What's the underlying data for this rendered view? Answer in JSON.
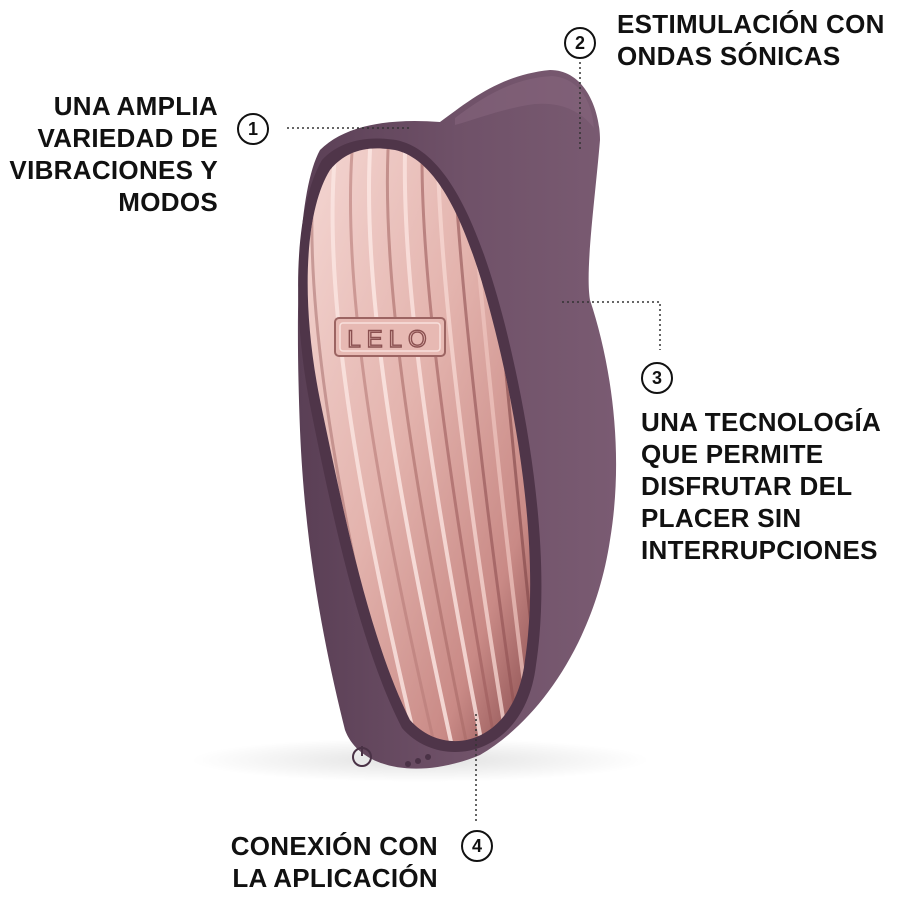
{
  "brand": {
    "logo_text": "LELO"
  },
  "colors": {
    "body": "#6f5168",
    "body_dark": "#5a3f55",
    "body_light": "#86667d",
    "face_light": "#f4d6d2",
    "face_mid": "#d9a29e",
    "face_dark": "#8a4e50",
    "text": "#111111",
    "leader_line": "#333333"
  },
  "features": [
    {
      "number": "1",
      "lines": [
        "UNA AMPLIA",
        "VARIEDAD DE",
        "VIBRACIONES Y",
        "MODOS"
      ]
    },
    {
      "number": "2",
      "lines": [
        "ESTIMULACIÓN CON",
        "ONDAS SÓNICAS"
      ]
    },
    {
      "number": "3",
      "lines": [
        "UNA TECNOLOGÍA",
        "QUE PERMITE",
        "DISFRUTAR DEL",
        "PLACER SIN",
        "INTERRUPCIONES"
      ]
    },
    {
      "number": "4",
      "lines": [
        "CONEXIÓN CON",
        "LA APLICACIÓN"
      ]
    }
  ]
}
